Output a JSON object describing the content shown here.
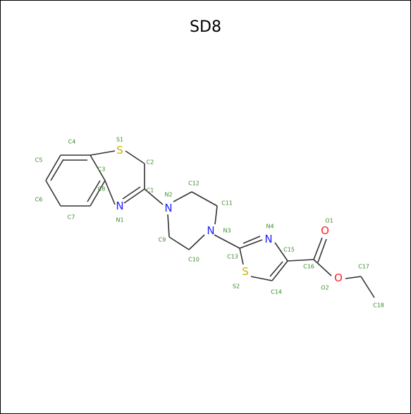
{
  "title": "SD8",
  "colors": {
    "sulfur": "#c8b400",
    "nitrogen": "#2020ff",
    "oxygen": "#ff2020",
    "label": "#3a8a2a",
    "bond": "#333333"
  },
  "atoms": [
    {
      "symbol": "S",
      "color": "#c8b400"
    },
    {
      "symbol": "N",
      "color": "#2020ff"
    },
    {
      "symbol": "N",
      "color": "#2020ff"
    },
    {
      "symbol": "N",
      "color": "#2020ff"
    },
    {
      "symbol": "N",
      "color": "#2020ff"
    },
    {
      "symbol": "S",
      "color": "#c8b400"
    },
    {
      "symbol": "O",
      "color": "#ff2020"
    },
    {
      "symbol": "O",
      "color": "#ff2020"
    }
  ],
  "labels": [
    "S1",
    "C2",
    "C4",
    "C3",
    "C5",
    "C8",
    "C6",
    "C7",
    "C1",
    "N1",
    "N2",
    "C12",
    "C11",
    "N3",
    "C9",
    "C10",
    "N4",
    "C13",
    "S2",
    "C14",
    "C15",
    "C16",
    "O1",
    "O2",
    "C17",
    "C18"
  ]
}
